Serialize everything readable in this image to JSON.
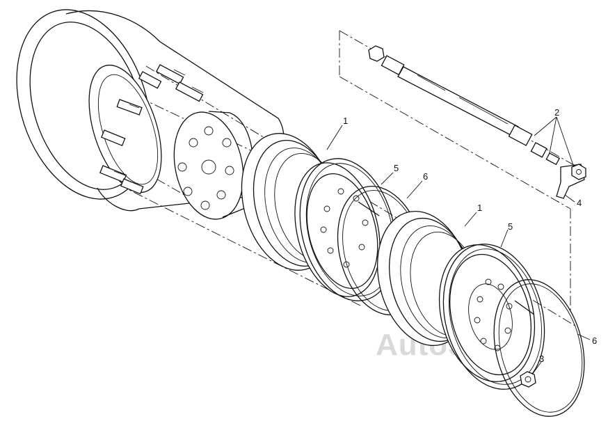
{
  "watermark": "AutoSoft",
  "callouts": {
    "c1a": "1",
    "c1b": "1",
    "c2": "2",
    "c3": "3",
    "c4": "4",
    "c5a": "5",
    "c5b": "5",
    "c6a": "6",
    "c6b": "6"
  },
  "colors": {
    "ink": "#111111",
    "paper": "#ffffff",
    "watermark": "#d9d9d9"
  }
}
